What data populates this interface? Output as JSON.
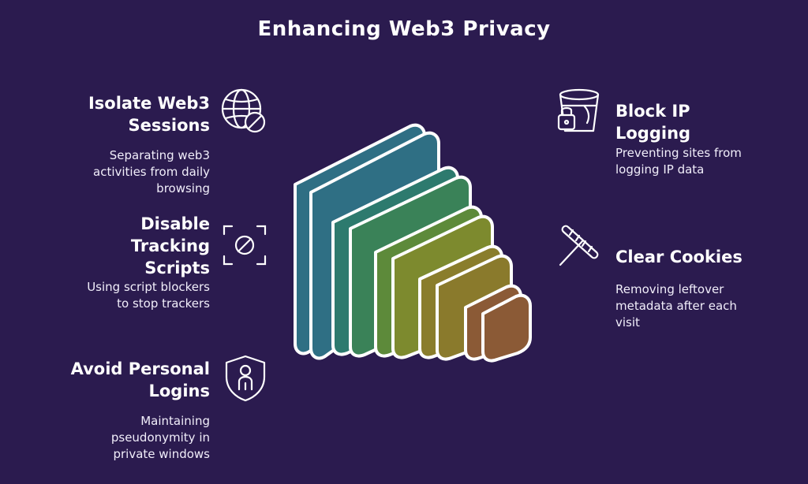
{
  "title": "Enhancing Web3 Privacy",
  "items": {
    "isolate": {
      "heading_line1": "Isolate Web3",
      "heading_line2": "Sessions",
      "desc_line1": "Separating web3",
      "desc_line2": "activities from daily",
      "desc_line3": "browsing",
      "icon": "globe-blocked-icon"
    },
    "tracking": {
      "heading_line1": "Disable",
      "heading_line2": "Tracking",
      "heading_line3": "Scripts",
      "desc_line1": "Using script blockers",
      "desc_line2": "to stop trackers",
      "icon": "scan-blocked-icon"
    },
    "logins": {
      "heading_line1": "Avoid Personal",
      "heading_line2": "Logins",
      "desc_line1": "Maintaining",
      "desc_line2": "pseudonymity in",
      "desc_line3": "private windows",
      "icon": "shield-user-icon"
    },
    "ip": {
      "heading_line1": "Block IP",
      "heading_line2": "Logging",
      "desc_line1": "Preventing sites from",
      "desc_line2": "logging IP data",
      "icon": "bucket-lock-icon"
    },
    "cookies": {
      "heading_line1": "Clear Cookies",
      "desc_line1": "Removing leftover",
      "desc_line2": "metadata after each",
      "desc_line3": "visit",
      "icon": "bread-crossed-icon"
    }
  },
  "colors": {
    "background": "#2b1b4f",
    "layer1": "#2f6f84",
    "layer2": "#2d7a6e",
    "layer3": "#4f8a3c",
    "layer4": "#7d8a2e",
    "layer5": "#8a7d2c",
    "layer6": "#8b5a36"
  }
}
